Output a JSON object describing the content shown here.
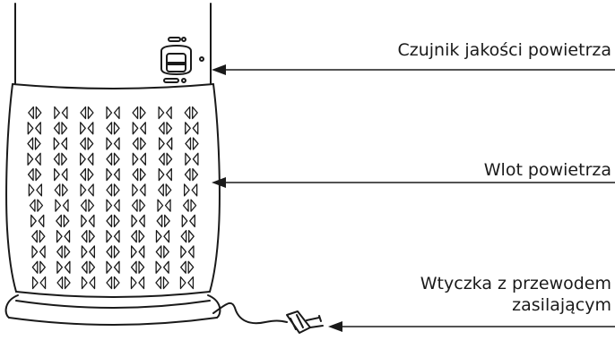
{
  "labels": {
    "air_quality_sensor": "Czujnik jakości powietrza",
    "air_inlet": "Wlot powietrza",
    "power_plug_line1": "Wtyczka z przewodem",
    "power_plug_line2": "zasilającym"
  },
  "colors": {
    "ink": "#1a1a1a",
    "background": "#ffffff"
  }
}
